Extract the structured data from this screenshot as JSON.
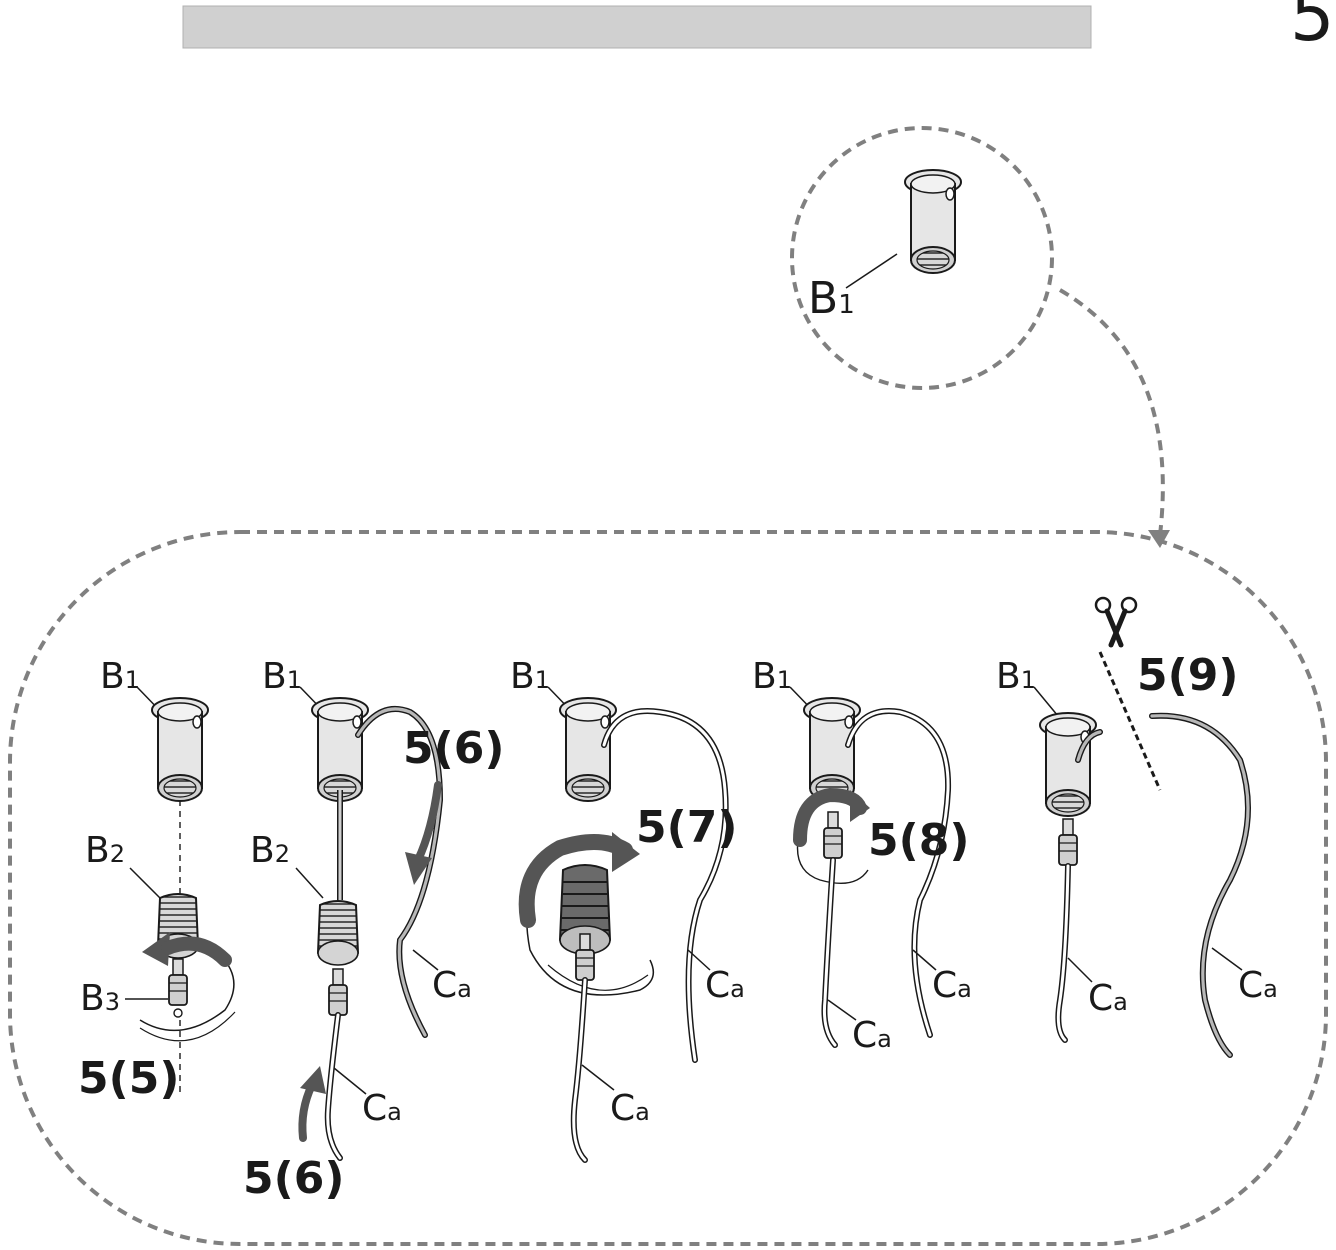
{
  "header": {
    "page_number_fragment": "5",
    "bar_color": "#d0d0d0"
  },
  "colors": {
    "dashed": "#808080",
    "arrow": "#555555",
    "part": "#e6e6e6",
    "ink": "#1a1a1a"
  },
  "detail": {
    "label_main": "B",
    "label_sub": "1"
  },
  "steps": [
    {
      "id": "step-5-5",
      "label": "5(5)",
      "parts": [
        {
          "main": "B",
          "sub": "1"
        },
        {
          "main": "B",
          "sub": "2"
        },
        {
          "main": "B",
          "sub": "3"
        }
      ]
    },
    {
      "id": "step-5-6",
      "label": "5(6)",
      "label_2": "5(6)",
      "parts": [
        {
          "main": "B",
          "sub": "1"
        },
        {
          "main": "B",
          "sub": "2"
        },
        {
          "main": "C",
          "sub": "a"
        }
      ]
    },
    {
      "id": "step-5-7",
      "label": "5(7)",
      "parts": [
        {
          "main": "B",
          "sub": "1"
        },
        {
          "main": "C",
          "sub": "a"
        },
        {
          "main": "C",
          "sub": "a"
        }
      ]
    },
    {
      "id": "step-5-8",
      "label": "5(8)",
      "parts": [
        {
          "main": "B",
          "sub": "1"
        },
        {
          "main": "C",
          "sub": "a"
        },
        {
          "main": "C",
          "sub": "a"
        }
      ]
    },
    {
      "id": "step-5-9",
      "label": "5(9)",
      "parts": [
        {
          "main": "B",
          "sub": "1"
        },
        {
          "main": "C",
          "sub": "a"
        },
        {
          "main": "C",
          "sub": "a"
        }
      ]
    }
  ],
  "icons": {
    "cut": "scissors-icon",
    "rotate": "rotate-arrow-icon",
    "direction": "direction-arrow-icon"
  }
}
